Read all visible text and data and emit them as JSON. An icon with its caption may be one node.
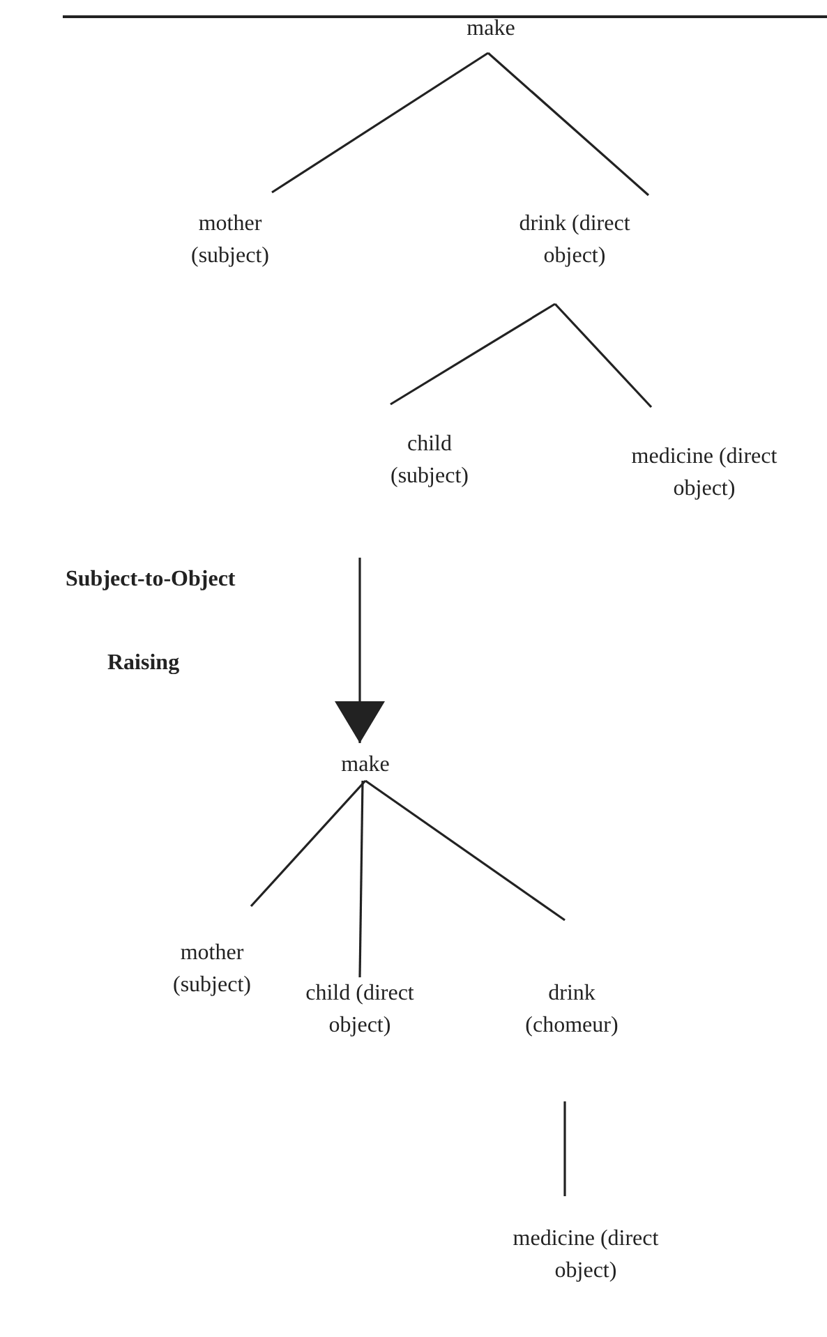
{
  "diagram": {
    "nodes": [
      {
        "text": [
          "make"
        ]
      },
      {
        "text": [
          "mother (subject)"
        ]
      },
      {
        "text": [
          "drink (direct object)"
        ]
      },
      {
        "text": [
          "child (subject)"
        ]
      },
      {
        "text": [
          "medicine (direct object)"
        ]
      },
      {
        "text": [
          "make"
        ]
      },
      {
        "text": [
          "mother (subject)"
        ]
      },
      {
        "text": [
          "child (direct object)"
        ]
      },
      {
        "text": [
          "drink (chomeur)"
        ]
      },
      {
        "text": [
          "medicine (direct object)"
        ]
      }
    ],
    "edges": [
      {
        "from": 0,
        "to": 1,
        "arrow": "none"
      },
      {
        "from": 0,
        "to": 2,
        "arrow": "none"
      },
      {
        "from": 2,
        "to": 3,
        "arrow": "none"
      },
      {
        "from": 2,
        "to": 4,
        "arrow": "none"
      },
      {
        "from": null,
        "to": 5,
        "arrow": "to"
      },
      {
        "from": 5,
        "to": 6,
        "arrow": "none"
      },
      {
        "from": 5,
        "to": 7,
        "arrow": "none"
      },
      {
        "from": 5,
        "to": 8,
        "arrow": "none"
      },
      {
        "from": 8,
        "to": 9,
        "arrow": "none"
      }
    ],
    "labels": [
      "Subject-to-Object",
      "Raising"
    ]
  }
}
